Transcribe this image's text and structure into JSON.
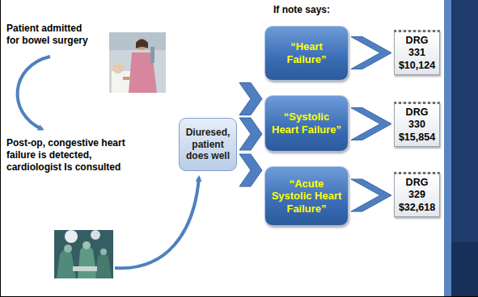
{
  "diagram": {
    "nodes": [
      {
        "text": [
          "Diuresed, patient does well"
        ]
      },
      {
        "text": [
          "“Heart Failure”"
        ]
      },
      {
        "text": [
          "“Systolic Heart Failure”"
        ]
      },
      {
        "text": [
          "“Acute Systolic Heart Failure”"
        ]
      },
      {
        "text": [
          "DRG 331",
          "$10,124"
        ]
      },
      {
        "text": [
          "DRG 330",
          "$15,854"
        ]
      },
      {
        "text": [
          "DRG 329",
          "$32,618"
        ]
      }
    ],
    "edges": [
      {
        "from": 0,
        "to": 1,
        "arrow": "to"
      },
      {
        "from": 0,
        "to": 2,
        "arrow": "to"
      },
      {
        "from": 0,
        "to": 3,
        "arrow": "to"
      },
      {
        "from": 1,
        "to": 4,
        "arrow": "to"
      },
      {
        "from": 2,
        "to": 5,
        "arrow": "to"
      },
      {
        "from": 3,
        "to": 6,
        "arrow": "to"
      }
    ],
    "labels": [
      "Patient admitted for bowel surgery",
      "Post-op, congestive heart failure is detected, cardiologist Is consulted",
      "If note says:"
    ]
  }
}
